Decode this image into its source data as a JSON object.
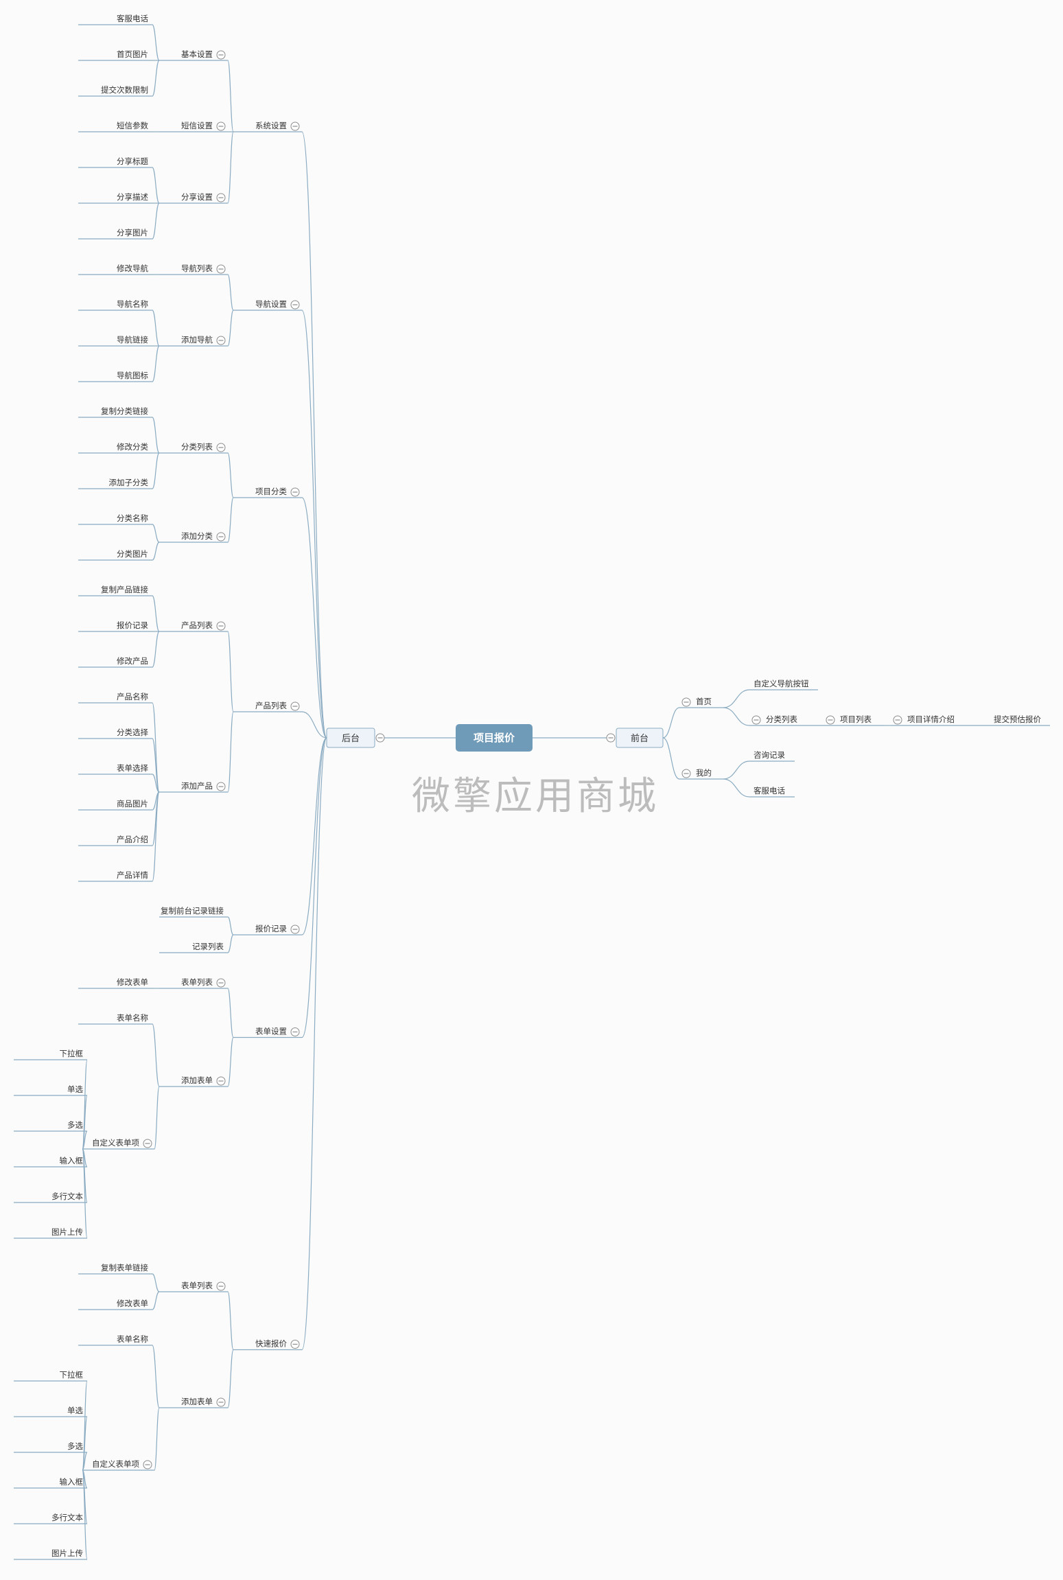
{
  "root": {
    "label": "项目报价"
  },
  "watermark": "微擎应用商城",
  "colors": {
    "line": "#8aabc2",
    "root_fill": "#6f9ab8",
    "box_fill": "#edf3f8",
    "box_stroke": "#8aabc2",
    "toggle": "#8c8c8c"
  },
  "left_branch": {
    "label": "后台",
    "children": [
      {
        "label": "系统设置",
        "children": [
          {
            "label": "基本设置",
            "children": [
              {
                "label": "客服电话"
              },
              {
                "label": "首页图片"
              },
              {
                "label": "提交次数限制"
              }
            ]
          },
          {
            "label": "短信设置",
            "children": [
              {
                "label": "短信参数"
              }
            ]
          },
          {
            "label": "分享设置",
            "children": [
              {
                "label": "分享标题"
              },
              {
                "label": "分享描述"
              },
              {
                "label": "分享图片"
              }
            ]
          }
        ]
      },
      {
        "label": "导航设置",
        "children": [
          {
            "label": "导航列表",
            "children": [
              {
                "label": "修改导航"
              }
            ]
          },
          {
            "label": "添加导航",
            "children": [
              {
                "label": "导航名称"
              },
              {
                "label": "导航链接"
              },
              {
                "label": "导航图标"
              }
            ]
          }
        ]
      },
      {
        "label": "项目分类",
        "children": [
          {
            "label": "分类列表",
            "children": [
              {
                "label": "复制分类链接"
              },
              {
                "label": "修改分类"
              },
              {
                "label": "添加子分类"
              }
            ]
          },
          {
            "label": "添加分类",
            "children": [
              {
                "label": "分类名称"
              },
              {
                "label": "分类图片"
              }
            ]
          }
        ]
      },
      {
        "label": "产品列表",
        "children": [
          {
            "label": "产品列表",
            "children": [
              {
                "label": "复制产品链接"
              },
              {
                "label": "报价记录"
              },
              {
                "label": "修改产品"
              }
            ]
          },
          {
            "label": "添加产品",
            "children": [
              {
                "label": "产品名称"
              },
              {
                "label": "分类选择"
              },
              {
                "label": "表单选择"
              },
              {
                "label": "商品图片"
              },
              {
                "label": "产品介绍"
              },
              {
                "label": "产品详情"
              }
            ]
          }
        ]
      },
      {
        "label": "报价记录",
        "children": [
          {
            "label": "复制前台记录链接"
          },
          {
            "label": "记录列表"
          }
        ]
      },
      {
        "label": "表单设置",
        "children": [
          {
            "label": "表单列表",
            "children": [
              {
                "label": "修改表单"
              }
            ]
          },
          {
            "label": "添加表单",
            "children": [
              {
                "label": "表单名称"
              },
              {
                "label": "自定义表单项",
                "children": [
                  {
                    "label": "下拉框"
                  },
                  {
                    "label": "单选"
                  },
                  {
                    "label": "多选"
                  },
                  {
                    "label": "输入框"
                  },
                  {
                    "label": "多行文本"
                  },
                  {
                    "label": "图片上传"
                  }
                ]
              }
            ]
          }
        ]
      },
      {
        "label": "快速报价",
        "children": [
          {
            "label": "表单列表",
            "children": [
              {
                "label": "复制表单链接"
              },
              {
                "label": "修改表单"
              }
            ]
          },
          {
            "label": "添加表单",
            "children": [
              {
                "label": "表单名称"
              },
              {
                "label": "自定义表单项",
                "children": [
                  {
                    "label": "下拉框"
                  },
                  {
                    "label": "单选"
                  },
                  {
                    "label": "多选"
                  },
                  {
                    "label": "输入框"
                  },
                  {
                    "label": "多行文本"
                  },
                  {
                    "label": "图片上传"
                  }
                ]
              }
            ]
          }
        ]
      }
    ]
  },
  "right_branch": {
    "label": "前台",
    "children": [
      {
        "label": "首页",
        "children": [
          {
            "label": "自定义导航按钮"
          },
          {
            "label": "分类列表",
            "children": [
              {
                "label": "项目列表",
                "children": [
                  {
                    "label": "项目详情介绍",
                    "children": [
                      {
                        "label": "提交预估报价"
                      }
                    ]
                  }
                ]
              }
            ]
          }
        ]
      },
      {
        "label": "我的",
        "children": [
          {
            "label": "咨询记录"
          },
          {
            "label": "客服电话"
          }
        ]
      }
    ]
  }
}
